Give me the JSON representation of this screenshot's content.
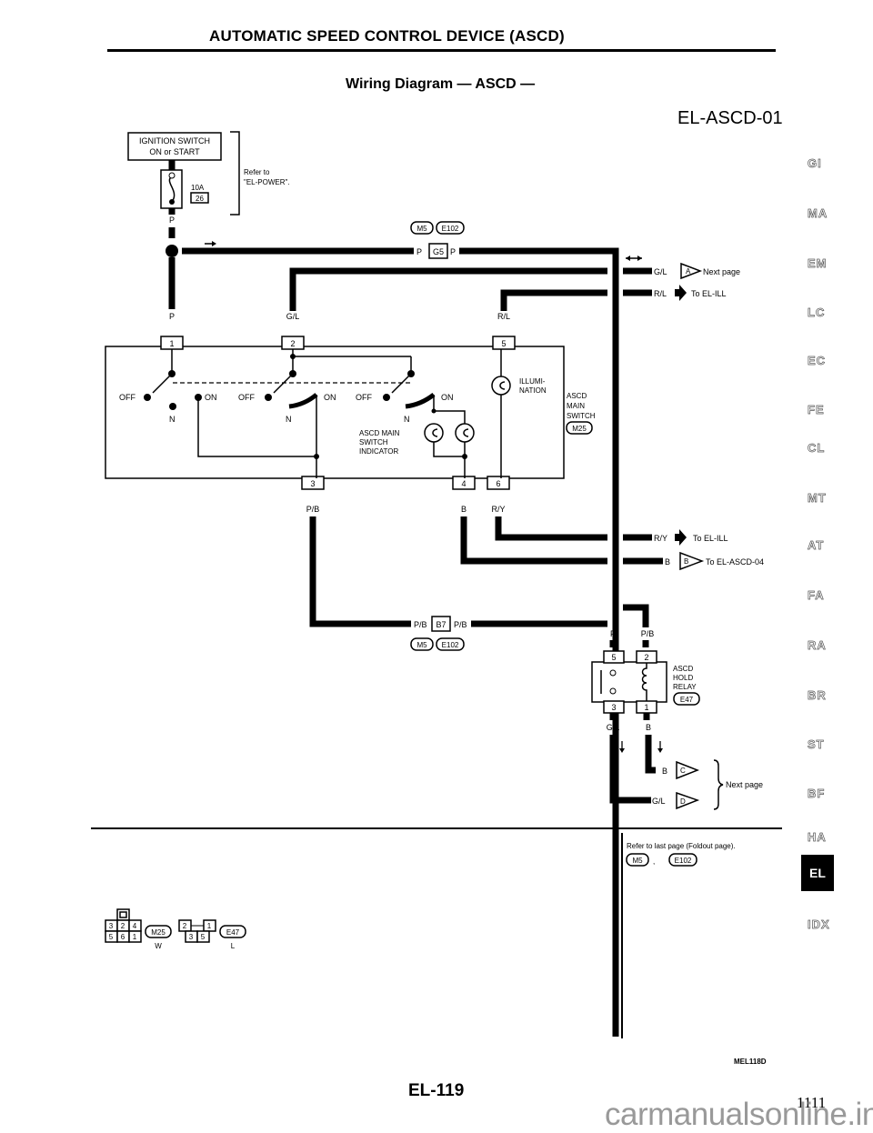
{
  "header": {
    "title": "AUTOMATIC SPEED CONTROL DEVICE (ASCD)",
    "subtitle": "Wiring Diagram — ASCD —",
    "diagram_code": "EL-ASCD-01"
  },
  "power": {
    "ignition_label_1": "IGNITION SWITCH",
    "ignition_label_2": "ON or START",
    "fuse_rating": "10A",
    "fuse_number": "26",
    "refer_1": "Refer to",
    "refer_2": "\"EL-POWER\".",
    "wire_color": "P"
  },
  "connectors": {
    "g5": "G5",
    "b7": "B7",
    "m5": "M5",
    "e102": "E102",
    "m25": "M25",
    "e47": "E47"
  },
  "wires": {
    "p": "P",
    "gl": "G/L",
    "rl": "R/L",
    "pb": "P/B",
    "b": "B",
    "ry": "R/Y"
  },
  "main_switch": {
    "pins": [
      "1",
      "2",
      "5",
      "3",
      "4",
      "6"
    ],
    "off": "OFF",
    "on": "ON",
    "n": "N",
    "illum_1": "ILLUMI-",
    "illum_2": "NATION",
    "indicator_1": "ASCD MAIN",
    "indicator_2": "SWITCH",
    "indicator_3": "INDICATOR",
    "name_1": "ASCD",
    "name_2": "MAIN",
    "name_3": "SWITCH"
  },
  "outputs": {
    "a_letter": "A",
    "a_dest": "Next page",
    "rl_dest": "To EL-ILL",
    "ry_dest": "To EL-ILL",
    "b_letter": "B",
    "b_dest": "To EL-ASCD-04",
    "c_letter": "C",
    "d_letter": "D",
    "cd_dest": "Next page"
  },
  "relay": {
    "pins": [
      "5",
      "2",
      "3",
      "1"
    ],
    "name_1": "ASCD",
    "name_2": "HOLD",
    "name_3": "RELAY"
  },
  "note": {
    "text": "Refer to last page (Foldout page).",
    "sep": ","
  },
  "connector_views": {
    "m25_pins_top": [
      "3",
      "2",
      "4"
    ],
    "m25_pins_bottom": [
      "5",
      "6",
      "1"
    ],
    "m25_color": "W",
    "e47_pins_top": [
      "2",
      "1"
    ],
    "e47_pins_bottom": [
      "3",
      "5"
    ],
    "e47_color": "L"
  },
  "sidebar": {
    "items": [
      "GI",
      "MA",
      "EM",
      "LC",
      "EC",
      "FE",
      "CL",
      "MT",
      "AT",
      "FA",
      "RA",
      "BR",
      "ST",
      "BF",
      "HA",
      "EL",
      "IDX"
    ],
    "active": "EL"
  },
  "footer": {
    "figure_code": "MEL118D",
    "page": "EL-119",
    "page_number": "1111",
    "watermark": "carmanualsonline.info"
  }
}
